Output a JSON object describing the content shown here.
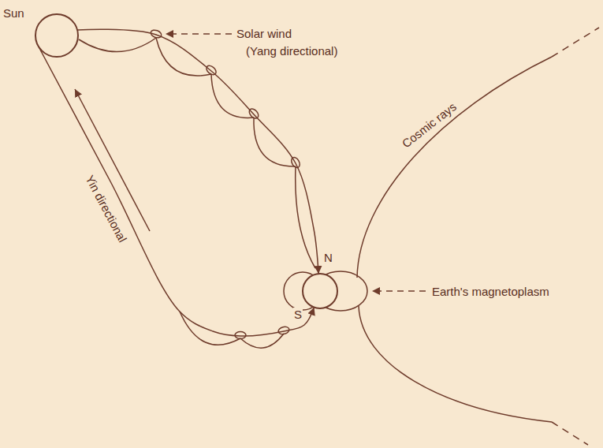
{
  "diagram": {
    "nodes": [
      {
        "text": [
          "Sun"
        ]
      },
      {
        "text": [
          "N",
          "S"
        ]
      }
    ],
    "edges": [
      {
        "from": 0,
        "to": 1,
        "arrow": "to"
      },
      {
        "from": 0,
        "to": 1,
        "arrow": "to"
      }
    ],
    "labels": [
      "Solar wind",
      "(Yang directional)",
      "Yin directional",
      "Cosmic rays",
      "Earth's magnetoplasm"
    ]
  }
}
